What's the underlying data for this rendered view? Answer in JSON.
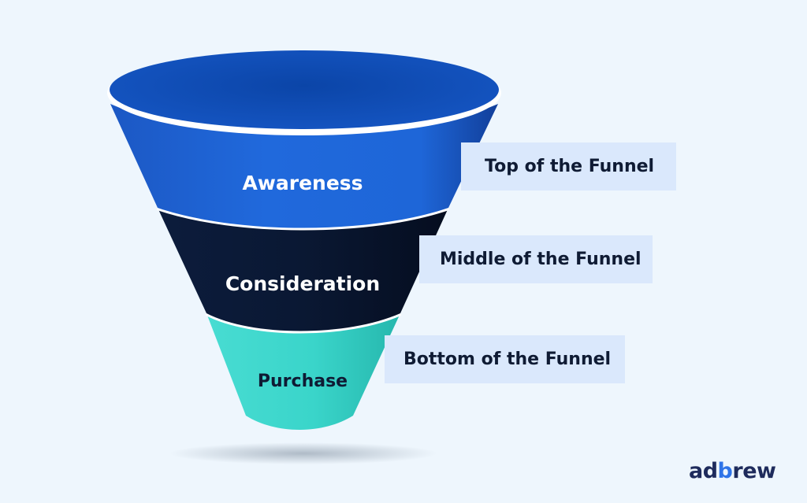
{
  "funnel": {
    "stages": [
      {
        "label": "Awareness",
        "tag": "Top of the Funnel",
        "color": "#1f66d9"
      },
      {
        "label": "Consideration",
        "tag": "Middle of the Funnel",
        "color": "#0b1a37"
      },
      {
        "label": "Purchase",
        "tag": "Bottom of the Funnel",
        "color": "#3fd6cc"
      }
    ],
    "rim_color": "#0f4fb8",
    "label_colors": {
      "light": "#ffffff",
      "dark": "#0f1b34"
    }
  },
  "logo": {
    "part1": "ad",
    "part2": "b",
    "part3": "rew"
  }
}
